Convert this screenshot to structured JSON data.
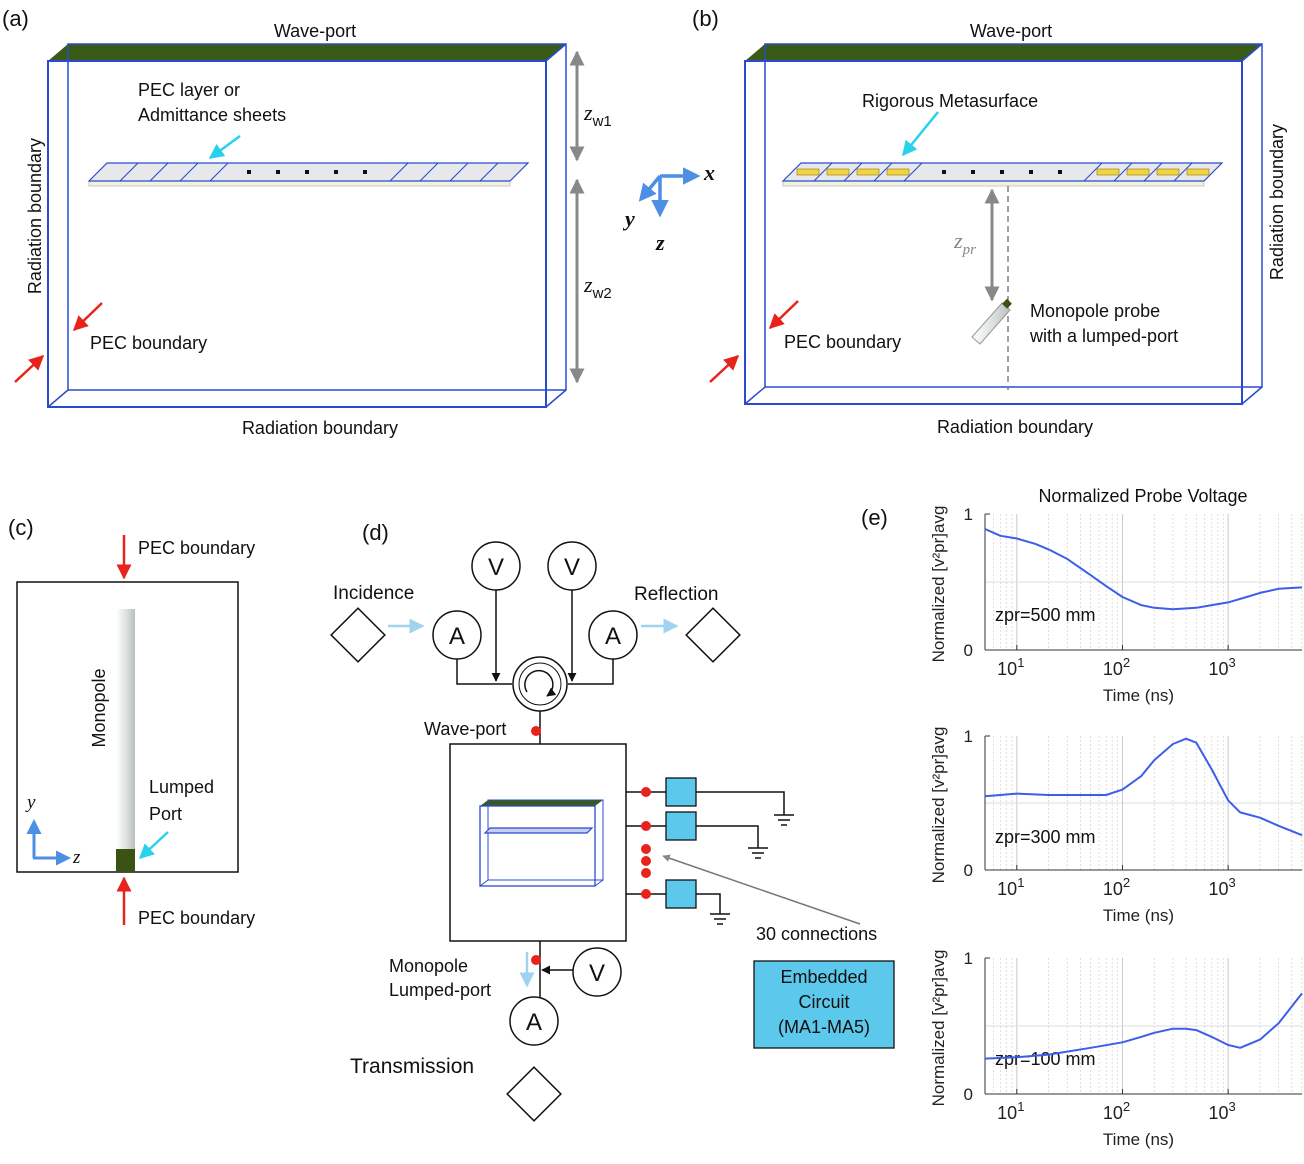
{
  "panels": {
    "a": {
      "tag": "(a)",
      "top": "Wave-port",
      "bottom": "Radiation boundary",
      "left": "Radiation boundary",
      "pec": "PEC boundary",
      "sheet_line1": "PEC layer or",
      "sheet_line2": "Admittance sheets",
      "zw1": "z",
      "zw1_sub": "w1",
      "zw2": "z",
      "zw2_sub": "w2"
    },
    "axes3d": {
      "x": "x",
      "y": "y",
      "z": "z"
    },
    "b": {
      "tag": "(b)",
      "top": "Wave-port",
      "bottom": "Radiation boundary",
      "right": "Radiation boundary",
      "pec": "PEC boundary",
      "meta": "Rigorous Metasurface",
      "zpr": "z",
      "zpr_sub": "pr",
      "probe_line1": "Monopole probe",
      "probe_line2": "with a lumped-port"
    },
    "c": {
      "tag": "(c)",
      "pec_top": "PEC boundary",
      "pec_bottom": "PEC boundary",
      "monopole": "Monopole",
      "lumped1": "Lumped",
      "lumped2": "Port",
      "ax_y": "y",
      "ax_z": "z"
    },
    "d": {
      "tag": "(d)",
      "incidence": "Incidence",
      "reflection": "Reflection",
      "transmission": "Transmission",
      "waveport": "Wave-port",
      "mono1": "Monopole",
      "mono2": "Lumped-port",
      "connections": "30 connections",
      "emb1": "Embedded",
      "emb2": "Circuit",
      "emb3": "(MA1-MA5)",
      "V": "V",
      "A": "A"
    },
    "e": {
      "tag": "(e)",
      "title": "Normalized Probe Voltage"
    }
  },
  "colors": {
    "waveport": "#3a5a17",
    "box_edge": "#2a4bd0",
    "red_arrow": "#e8231c",
    "cyan": "#28d2ec",
    "light_blue": "#9fd3ef",
    "axis_blue": "#4e8fe6",
    "curve": "#3c5ee8",
    "emb_fill": "#5cc8ec",
    "lumped": "#3a5214"
  },
  "chart_data": [
    {
      "type": "line",
      "title": "Normalized Probe Voltage",
      "xlabel": "Time (ns)",
      "ylabel": "Normalized  [v²pr]avg",
      "annotation": "zpr=500 mm",
      "xscale": "log",
      "xlim": [
        5,
        5000
      ],
      "ylim": [
        0,
        1
      ],
      "xticks": [
        {
          "v": 10,
          "label": "10",
          "exp": "1"
        },
        {
          "v": 100,
          "label": "10",
          "exp": "2"
        },
        {
          "v": 1000,
          "label": "10",
          "exp": "3"
        }
      ],
      "yticks": [
        {
          "v": 0,
          "label": "0"
        },
        {
          "v": 1,
          "label": "1"
        }
      ],
      "grid": true,
      "x": [
        5,
        7,
        10,
        15,
        20,
        30,
        50,
        70,
        100,
        150,
        200,
        300,
        500,
        700,
        1000,
        1500,
        2000,
        3000,
        5000
      ],
      "y": [
        0.89,
        0.84,
        0.82,
        0.78,
        0.74,
        0.67,
        0.55,
        0.47,
        0.39,
        0.33,
        0.31,
        0.3,
        0.31,
        0.33,
        0.35,
        0.39,
        0.42,
        0.45,
        0.46
      ]
    },
    {
      "type": "line",
      "xlabel": "Time (ns)",
      "ylabel": "Normalized  [v²pr]avg",
      "annotation": "zpr=300 mm",
      "xscale": "log",
      "xlim": [
        5,
        5000
      ],
      "ylim": [
        0,
        1
      ],
      "xticks": [
        {
          "v": 10,
          "label": "10",
          "exp": "1"
        },
        {
          "v": 100,
          "label": "10",
          "exp": "2"
        },
        {
          "v": 1000,
          "label": "10",
          "exp": "3"
        }
      ],
      "yticks": [
        {
          "v": 0,
          "label": "0"
        },
        {
          "v": 1,
          "label": "1"
        }
      ],
      "grid": true,
      "x": [
        5,
        7,
        10,
        20,
        40,
        70,
        100,
        150,
        200,
        300,
        400,
        500,
        700,
        1000,
        1300,
        2000,
        3000,
        5000
      ],
      "y": [
        0.55,
        0.56,
        0.57,
        0.56,
        0.56,
        0.56,
        0.6,
        0.7,
        0.82,
        0.94,
        0.98,
        0.95,
        0.75,
        0.52,
        0.43,
        0.39,
        0.33,
        0.26
      ]
    },
    {
      "type": "line",
      "xlabel": "Time (ns)",
      "ylabel": "Normalized  [v²pr]avg",
      "annotation": "zpr=100 mm",
      "xscale": "log",
      "xlim": [
        5,
        5000
      ],
      "ylim": [
        0,
        1
      ],
      "xticks": [
        {
          "v": 10,
          "label": "10",
          "exp": "1"
        },
        {
          "v": 100,
          "label": "10",
          "exp": "2"
        },
        {
          "v": 1000,
          "label": "10",
          "exp": "3"
        }
      ],
      "yticks": [
        {
          "v": 0,
          "label": "0"
        },
        {
          "v": 1,
          "label": "1"
        }
      ],
      "grid": true,
      "x": [
        5,
        10,
        20,
        50,
        100,
        150,
        200,
        300,
        400,
        500,
        700,
        1000,
        1300,
        2000,
        3000,
        5000
      ],
      "y": [
        0.26,
        0.27,
        0.29,
        0.34,
        0.38,
        0.42,
        0.45,
        0.48,
        0.48,
        0.47,
        0.42,
        0.36,
        0.34,
        0.4,
        0.52,
        0.74
      ]
    }
  ]
}
